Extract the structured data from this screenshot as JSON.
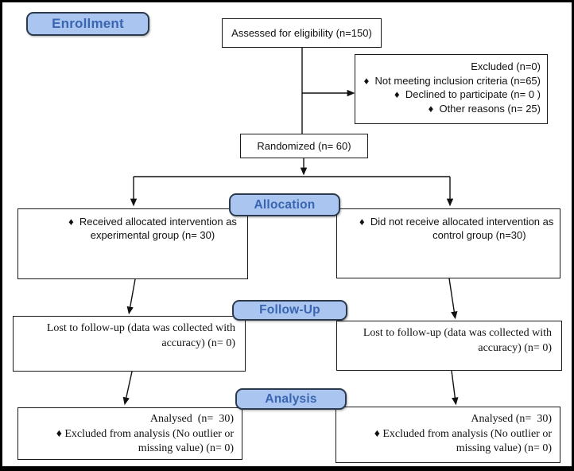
{
  "labels": {
    "enrollment": "Enrollment",
    "allocation": "Allocation",
    "followup": "Follow-Up",
    "analysis": "Analysis"
  },
  "nodes": {
    "assessed": {
      "text": "Assessed for eligibility (n=150)"
    },
    "excluded": {
      "text": "Excluded (n=0)\n♦  Not meeting inclusion criteria (n=65)\n♦  Declined to participate (n= 0 )\n♦  Other reasons (n= 25)"
    },
    "randomized": {
      "text": "Randomized (n= 60)"
    },
    "alloc_left": {
      "text": "♦  Received allocated intervention as\nexperimental group (n= 30)"
    },
    "alloc_right": {
      "text": "♦  Did not receive allocated intervention as\n                control group (n=30)"
    },
    "followup_left": {
      "text": "Lost to follow-up (data was collected with\naccuracy) (n= 0)"
    },
    "followup_right": {
      "text": "Lost to follow-up (data was collected with\naccuracy) (n= 0)"
    },
    "analysis_left": {
      "text": "Analysed  (n=  30)\n♦ Excluded from analysis (No outlier or\nmissing value) (n= 0)"
    },
    "analysis_right": {
      "text": "Analysed (n=  30)\n♦ Excluded from analysis (No outlier or\nmissing value) (n= 0)"
    }
  },
  "colors": {
    "label_fill": "#aac6f0",
    "label_border": "#2c3a4d",
    "label_text": "#3a65b0",
    "box_border": "#1a1a1a",
    "arrow": "#111111",
    "outer_border": "#000000",
    "background": "#ffffff"
  }
}
